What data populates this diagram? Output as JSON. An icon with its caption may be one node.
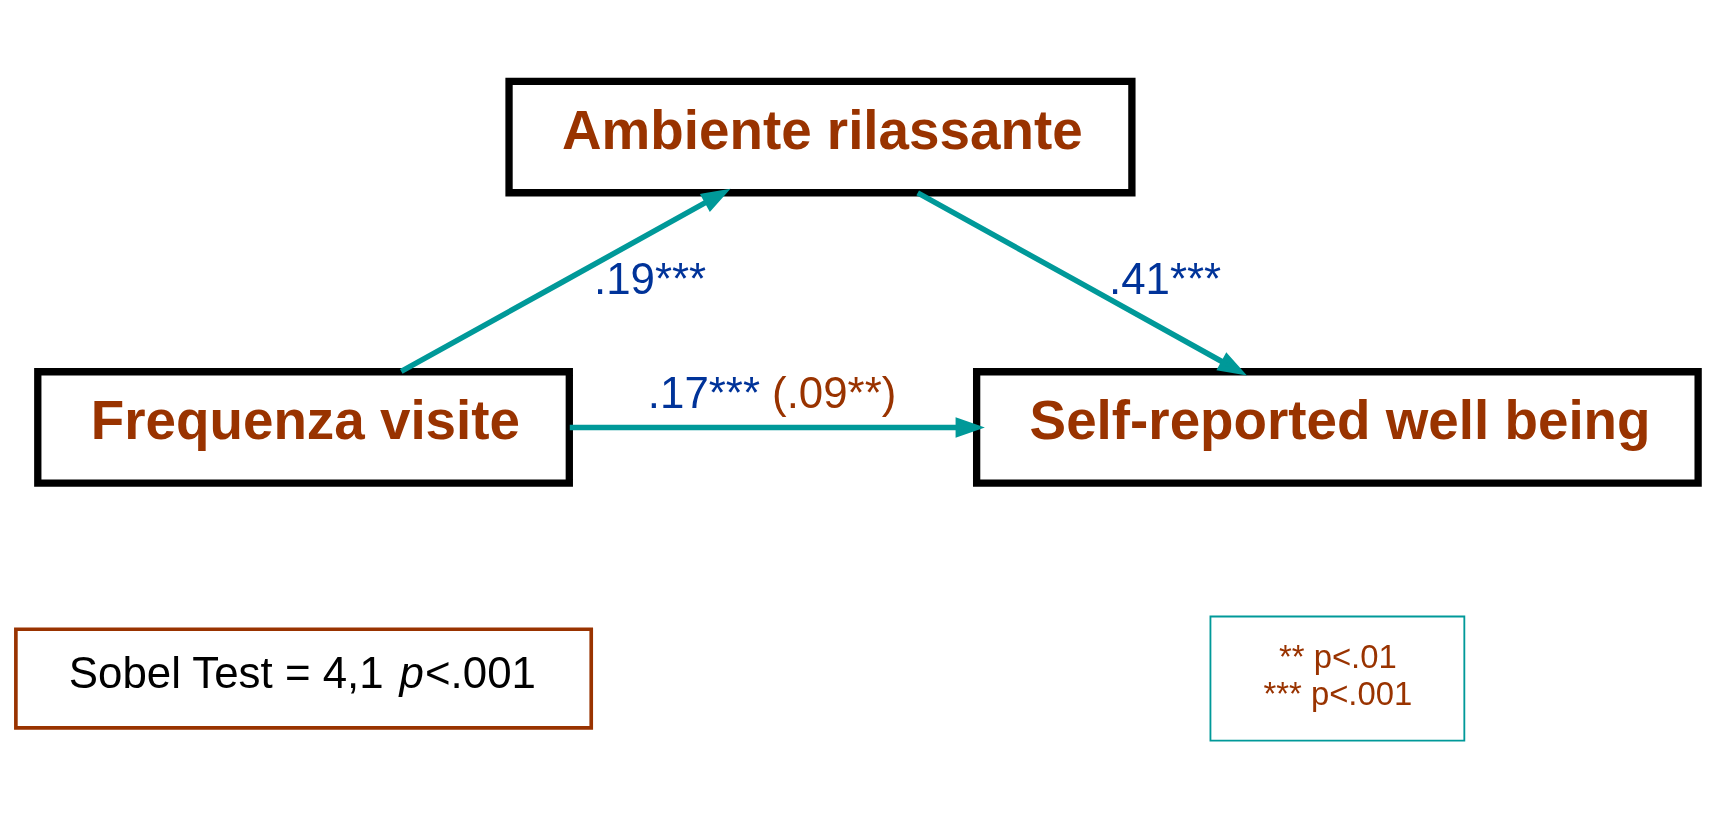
{
  "diagram": {
    "nodes": [
      {
        "text": [
          "Ambiente rilassante"
        ]
      },
      {
        "text": [
          "Frequenza visite"
        ]
      },
      {
        "text": [
          "Self-reported well being"
        ]
      },
      {
        "text": [
          "Sobel Test = 4,1 *p*<.001"
        ]
      },
      {
        "text": [
          "** p<.01",
          "*** p<.001"
        ]
      }
    ],
    "edges": [
      {
        "from": 1,
        "to": 0,
        "arrow": "to",
        "label": ".19***"
      },
      {
        "from": 0,
        "to": 2,
        "arrow": "to",
        "label": ".41***"
      },
      {
        "from": 1,
        "to": 2,
        "arrow": "to",
        "label": ".17*** (.09**)"
      }
    ]
  }
}
